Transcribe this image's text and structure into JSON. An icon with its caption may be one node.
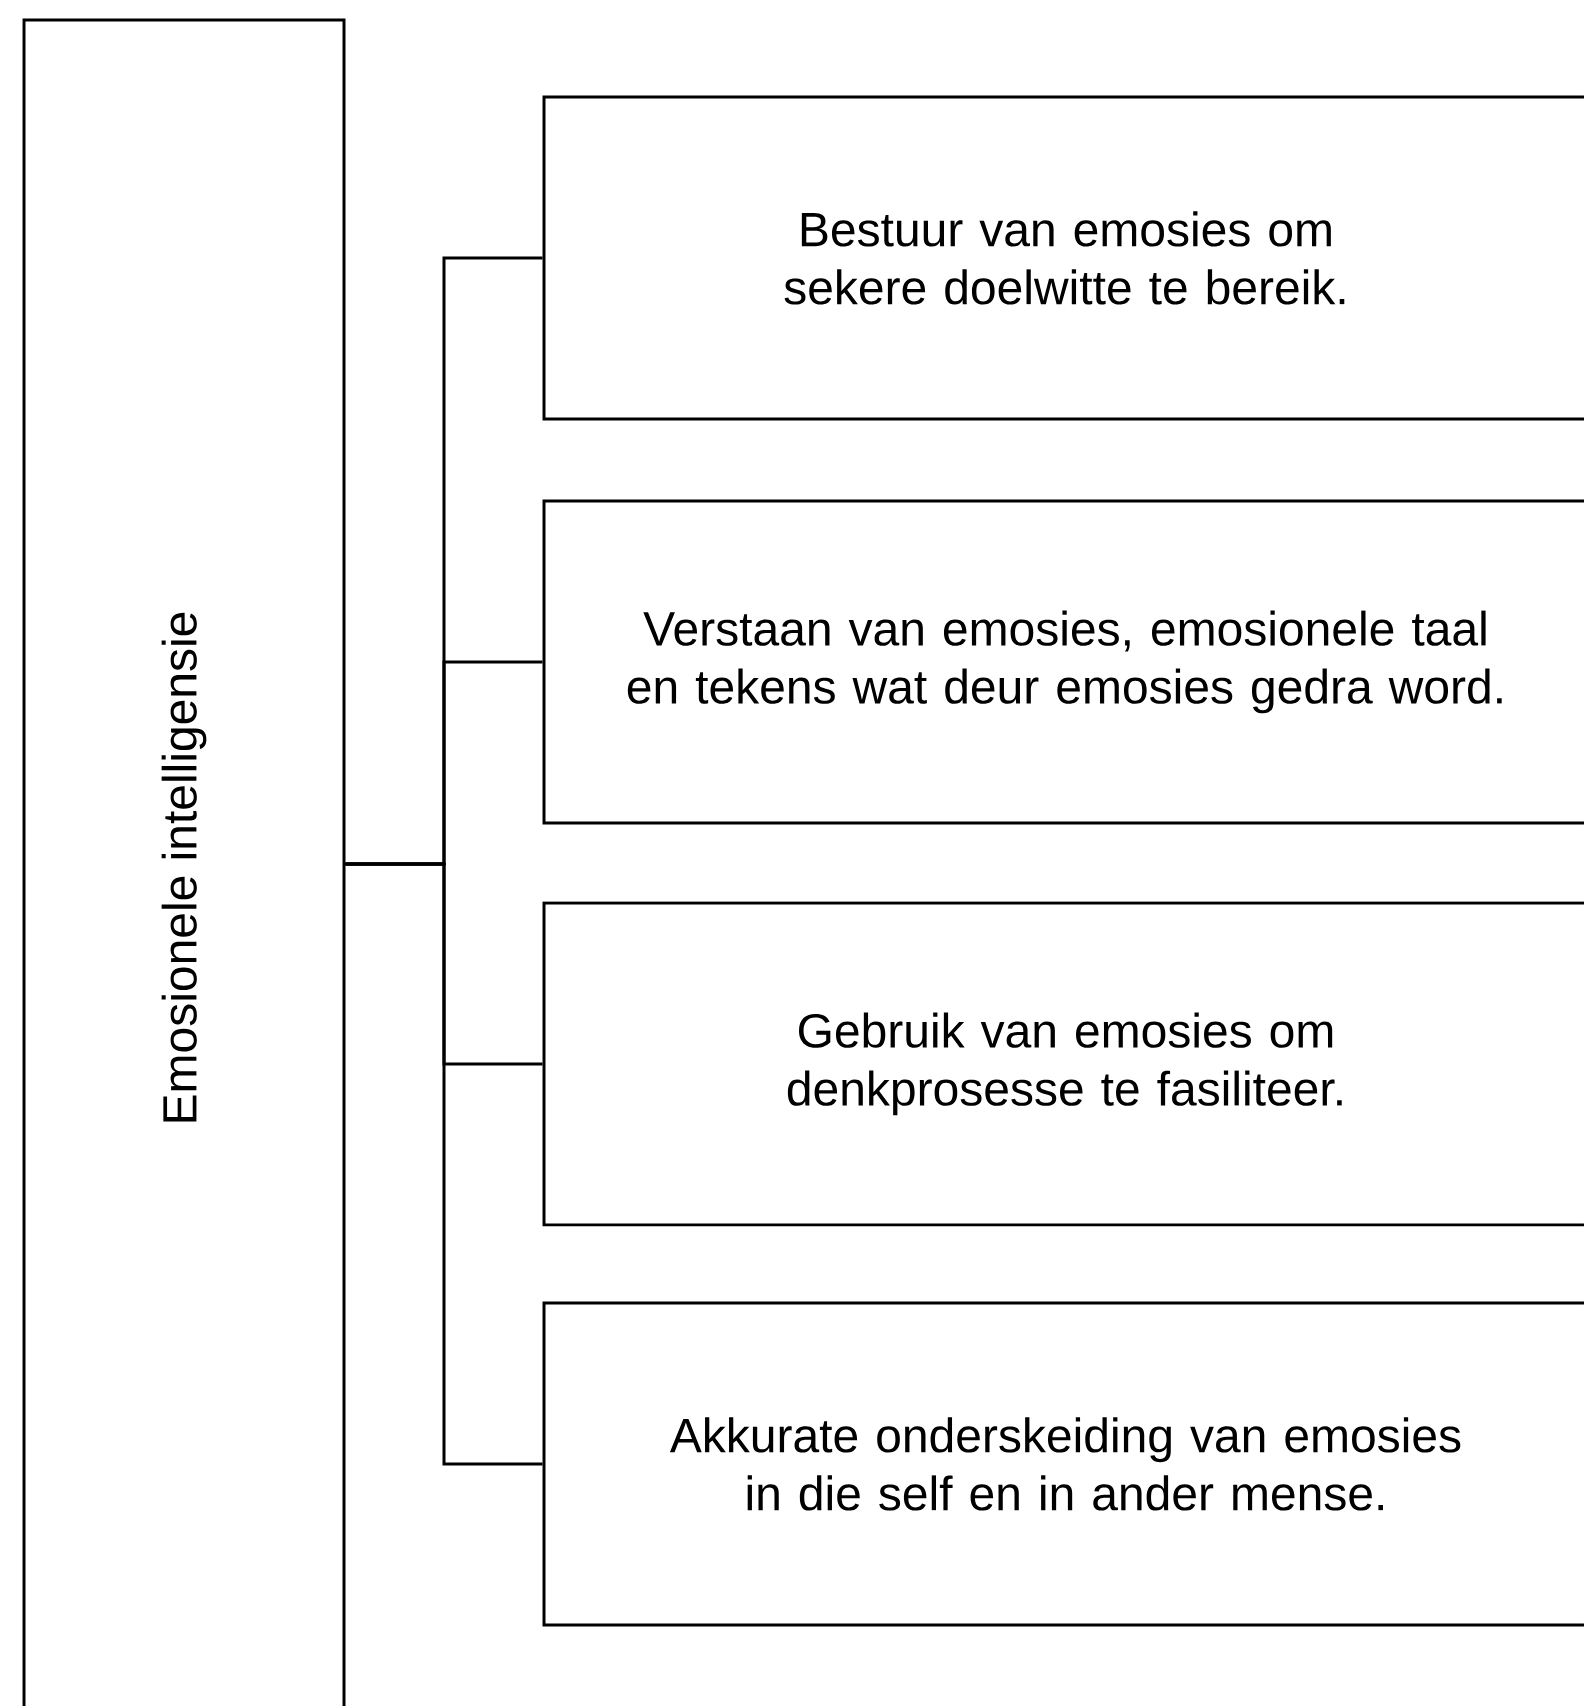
{
  "diagram": {
    "nodes": [
      {
        "text": [
          "Emosionele intelligensie"
        ]
      },
      {
        "text": [
          "Bestuur van emosies om sekere doelwitte te bereik."
        ]
      },
      {
        "text": [
          "Verstaan van emosies, emosionele taal en tekens wat deur emosies gedra word."
        ]
      },
      {
        "text": [
          "Gebruik van emosies om denkprosesse te fasiliteer."
        ]
      },
      {
        "text": [
          "Akkurate onderskeiding van emosies in die self en in ander mense."
        ]
      }
    ],
    "edges": [
      {
        "from": 0,
        "to": 1,
        "arrow": "none"
      },
      {
        "from": 0,
        "to": 2,
        "arrow": "none"
      },
      {
        "from": 0,
        "to": 3,
        "arrow": "none"
      },
      {
        "from": 0,
        "to": 4,
        "arrow": "none"
      }
    ]
  }
}
